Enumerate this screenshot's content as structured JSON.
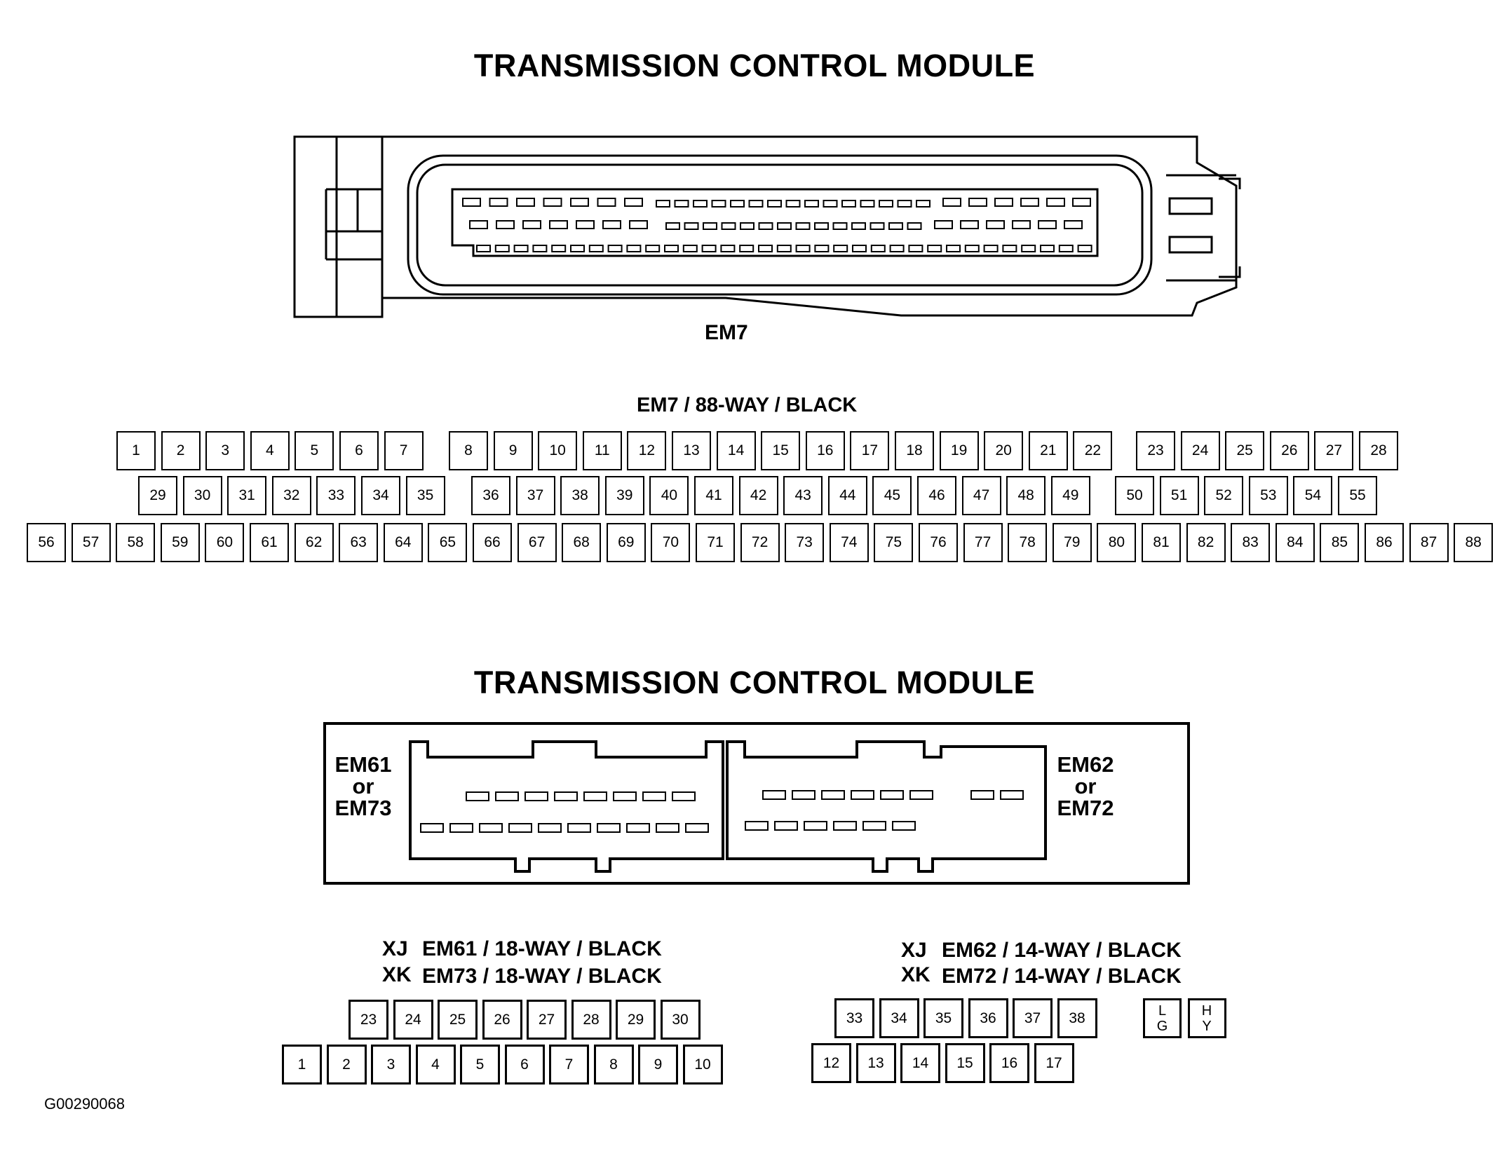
{
  "diagram": {
    "em7_section": {
      "title": "TRANSMISSION CONTROL MODULE",
      "connector_label": "EM7",
      "pinout_label": "EM7 / 88-WAY / BLACK",
      "rows": [
        [
          "1",
          "2",
          "3",
          "4",
          "5",
          "6",
          "7",
          "8",
          "9",
          "10",
          "11",
          "12",
          "13",
          "14",
          "15",
          "16",
          "17",
          "18",
          "19",
          "20",
          "21",
          "22",
          "23",
          "24",
          "25",
          "26",
          "27",
          "28"
        ],
        [
          "29",
          "30",
          "31",
          "32",
          "33",
          "34",
          "35",
          "36",
          "37",
          "38",
          "39",
          "40",
          "41",
          "42",
          "43",
          "44",
          "45",
          "46",
          "47",
          "48",
          "49",
          "50",
          "51",
          "52",
          "53",
          "54",
          "55"
        ],
        [
          "56",
          "57",
          "58",
          "59",
          "60",
          "61",
          "62",
          "63",
          "64",
          "65",
          "66",
          "67",
          "68",
          "69",
          "70",
          "71",
          "72",
          "73",
          "74",
          "75",
          "76",
          "77",
          "78",
          "79",
          "80",
          "81",
          "82",
          "83",
          "84",
          "85",
          "86",
          "87",
          "88"
        ]
      ]
    },
    "em61_section": {
      "title": "TRANSMISSION CONTROL MODULE",
      "left_label": [
        "EM61",
        "or",
        "EM73"
      ],
      "right_label": [
        "EM62",
        "or",
        "EM72"
      ],
      "left_pinout": {
        "xj_prefix": "XJ",
        "xj_text": "EM61 / 18-WAY / BLACK",
        "xk_prefix": "XK",
        "xk_text": "EM73 / 18-WAY / BLACK",
        "top_row": [
          "23",
          "24",
          "25",
          "26",
          "27",
          "28",
          "29",
          "30"
        ],
        "bottom_row": [
          "1",
          "2",
          "3",
          "4",
          "5",
          "6",
          "7",
          "8",
          "9",
          "10"
        ]
      },
      "right_pinout": {
        "xj_prefix": "XJ",
        "xj_text": "EM62 / 14-WAY / BLACK",
        "xk_prefix": "XK",
        "xk_text": "EM72 / 14-WAY / BLACK",
        "top_row": [
          "33",
          "34",
          "35",
          "36",
          "37",
          "38"
        ],
        "bottom_row": [
          "12",
          "13",
          "14",
          "15",
          "16",
          "17"
        ],
        "keys": [
          [
            "L",
            "G"
          ],
          [
            "H",
            "Y"
          ]
        ]
      }
    },
    "figure_code": "G00290068"
  }
}
